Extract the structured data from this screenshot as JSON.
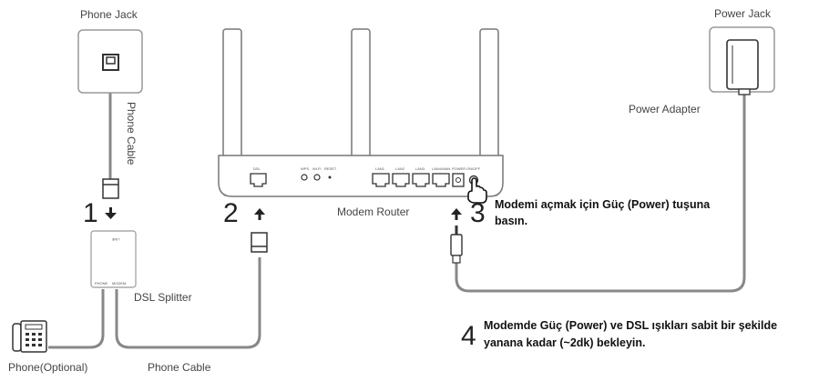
{
  "labels": {
    "phone_jack": "Phone Jack",
    "phone_cable_vertical": "Phone Cable",
    "dsl_splitter": "DSL Splitter",
    "phone_optional": "Phone(Optional)",
    "phone_cable_bottom": "Phone Cable",
    "modem_router": "Modem Router",
    "power_jack": "Power Jack",
    "power_adapter": "Power Adapter"
  },
  "splitter": {
    "top": "LINE",
    "left": "PHONE",
    "right": "MODEM"
  },
  "router_ports": {
    "dsl": "DSL",
    "wps": "WPS",
    "wifi": "Wi-Fi",
    "reset": "RESET",
    "lan1": "LAN1",
    "lan2": "LAN2",
    "lan3": "LAN3",
    "lan4": "LAN4/WAN",
    "power": "POWER",
    "onoff": "ON/OFF"
  },
  "steps": {
    "s1": "1",
    "s2": "2",
    "s3": "3",
    "s4": "4"
  },
  "instructions": {
    "step3_line1": "Modemi açmak için Güç (Power) tuşuna",
    "step3_line2": "basın.",
    "step4_line1": "Modemde Güç (Power) ve DSL ışıkları sabit bir şekilde",
    "step4_line2": "yanana kadar (~2dk) bekleyin."
  }
}
